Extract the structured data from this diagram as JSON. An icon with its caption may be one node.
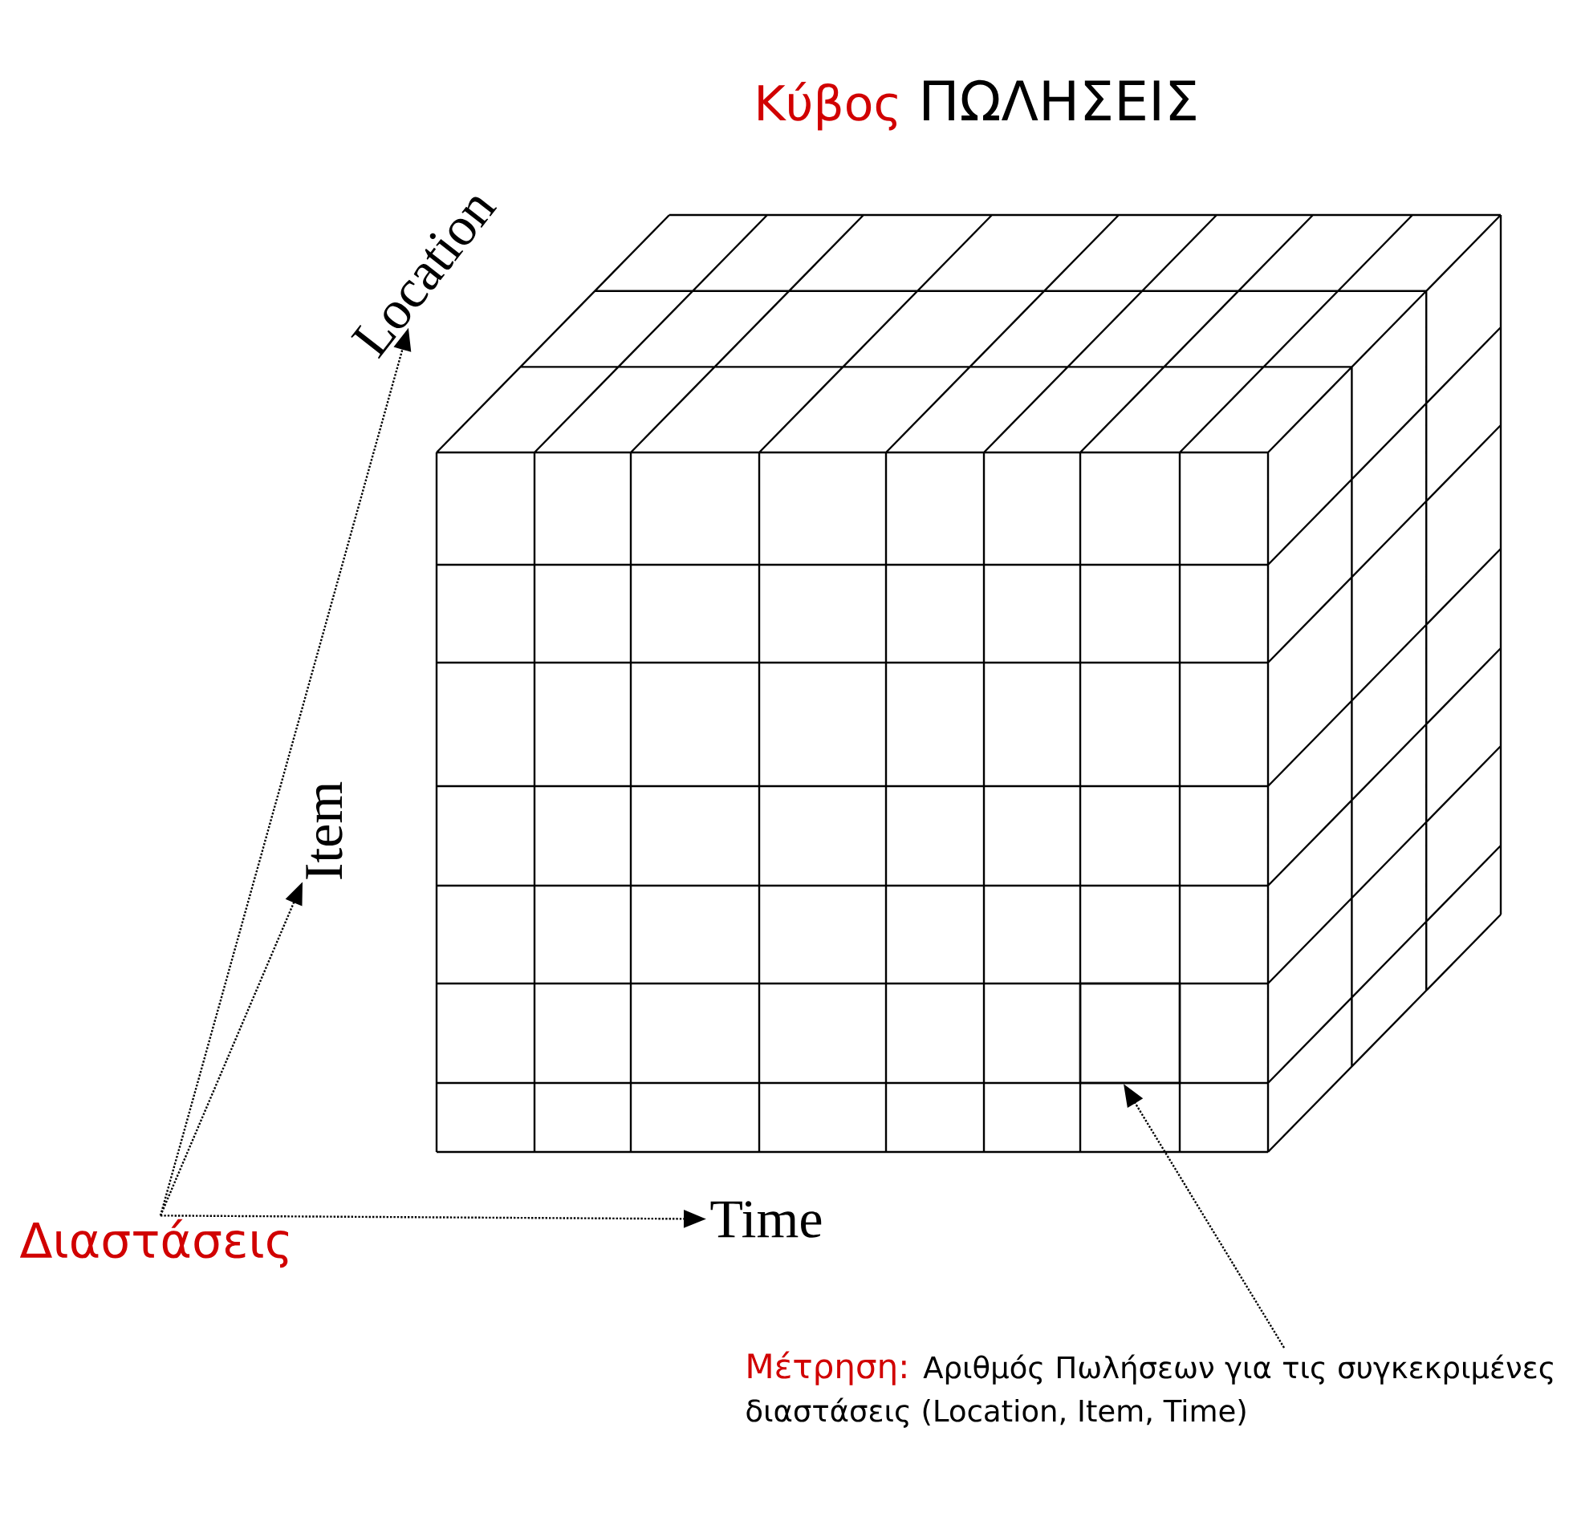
{
  "diagram": {
    "title": "ΠΩΛΗΣΕΙΣ",
    "nodes": [
      {
        "text": [
          "Διαστάσεις"
        ]
      },
      {
        "text": [
          "Location"
        ]
      },
      {
        "text": [
          "Item"
        ]
      },
      {
        "text": [
          "Time"
        ]
      },
      {
        "text": [],
        "shape": "box"
      },
      {
        "text": [
          "Μέτρηση:",
          "Αριθμός Πωλήσεων για τις συγκεκριμένες διαστάσεις (Location, Item, Time)"
        ]
      }
    ],
    "edges": [
      {
        "from": 0,
        "to": 1,
        "arrow": "to"
      },
      {
        "from": 0,
        "to": 2,
        "arrow": "to"
      },
      {
        "from": 0,
        "to": 3,
        "arrow": "to"
      },
      {
        "from": 5,
        "to": 4,
        "arrow": "to"
      }
    ],
    "labels": [
      "Κύβος"
    ]
  }
}
